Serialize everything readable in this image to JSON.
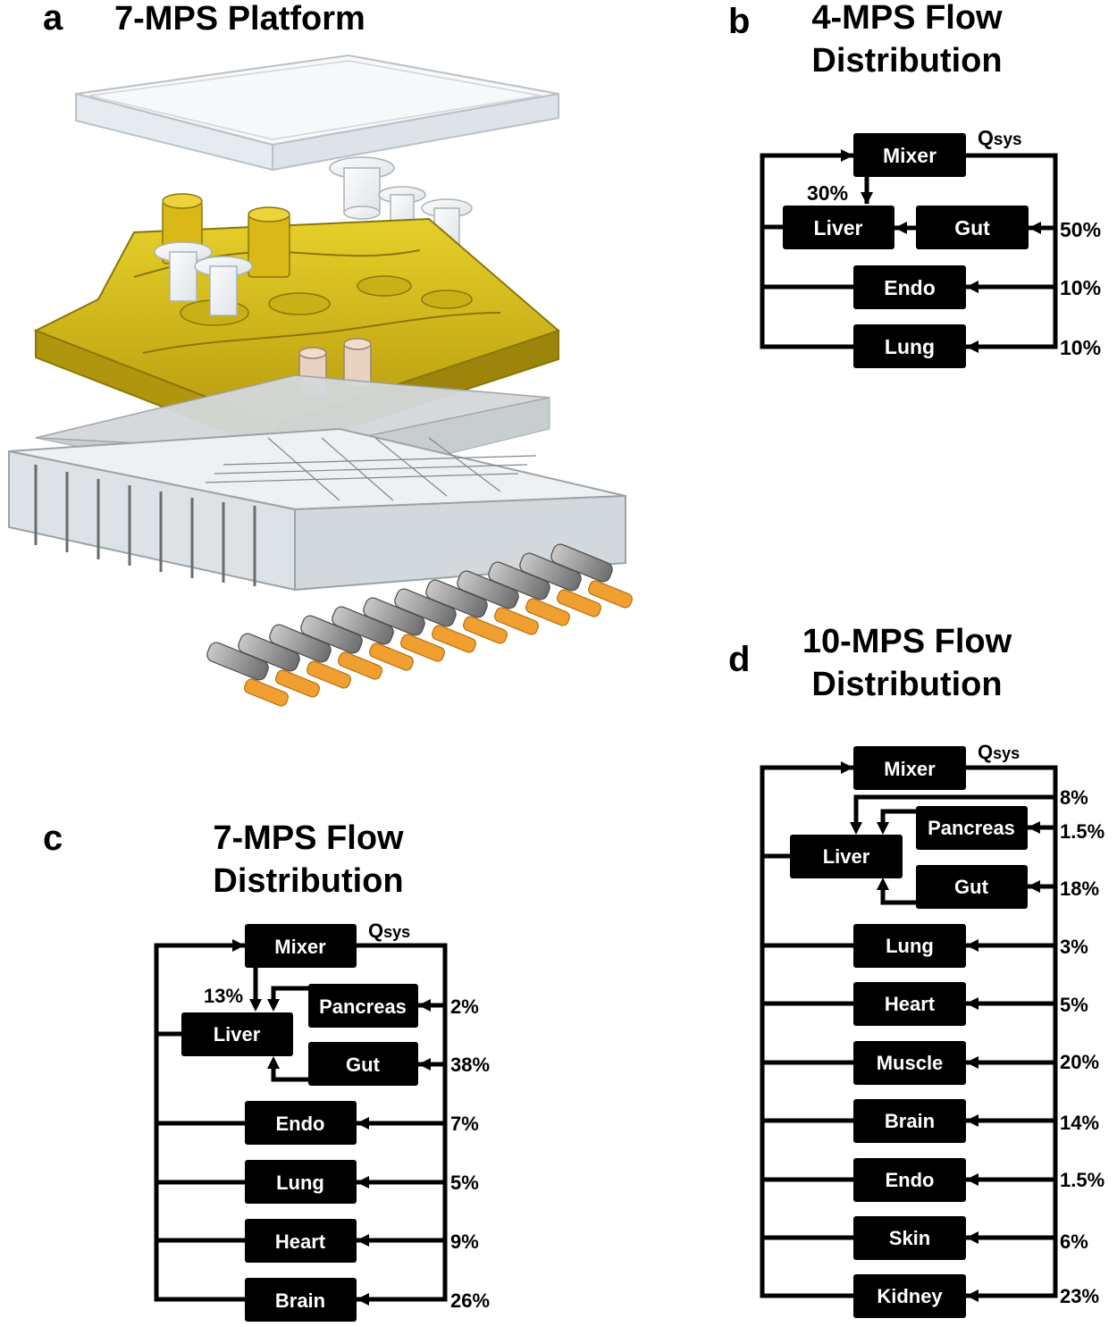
{
  "panel_a": {
    "label": "a",
    "title": "7-MPS Platform"
  },
  "panel_b": {
    "label": "b",
    "title_line1": "4-MPS Flow",
    "title_line2": "Distribution",
    "flow_label_q": "Q",
    "flow_label_sub": "sys",
    "liver_share": "30%",
    "nodes": {
      "mixer": "Mixer",
      "liver": "Liver",
      "gut": "Gut",
      "endo": "Endo",
      "lung": "Lung"
    },
    "percents": {
      "gut": "50%",
      "endo": "10%",
      "lung": "10%"
    }
  },
  "panel_c": {
    "label": "c",
    "title_line1": "7-MPS Flow",
    "title_line2": "Distribution",
    "flow_label_q": "Q",
    "flow_label_sub": "sys",
    "liver_share": "13%",
    "nodes": {
      "mixer": "Mixer",
      "liver": "Liver",
      "pancreas": "Pancreas",
      "gut": "Gut",
      "endo": "Endo",
      "lung": "Lung",
      "heart": "Heart",
      "brain": "Brain"
    },
    "percents": {
      "pancreas": "2%",
      "gut": "38%",
      "endo": "7%",
      "lung": "5%",
      "heart": "9%",
      "brain": "26%"
    }
  },
  "panel_d": {
    "label": "d",
    "title_line1": "10-MPS Flow",
    "title_line2": "Distribution",
    "flow_label_q": "Q",
    "flow_label_sub": "sys",
    "liver_share": "8%",
    "nodes": {
      "mixer": "Mixer",
      "liver": "Liver",
      "pancreas": "Pancreas",
      "gut": "Gut",
      "lung": "Lung",
      "heart": "Heart",
      "muscle": "Muscle",
      "brain": "Brain",
      "endo": "Endo",
      "skin": "Skin",
      "kidney": "Kidney"
    },
    "percents": {
      "pancreas": "1.5%",
      "gut": "18%",
      "lung": "3%",
      "heart": "5%",
      "muscle": "20%",
      "brain": "14%",
      "endo": "1.5%",
      "skin": "6%",
      "kidney": "23%"
    }
  },
  "colors": {
    "box": "#000000",
    "box_text": "#ffffff",
    "resin": "#d9c11a",
    "resin_dark": "#a8900c",
    "pin": "#f0a030",
    "steel": "#8f8f8f",
    "clear": "#e9edf0"
  }
}
